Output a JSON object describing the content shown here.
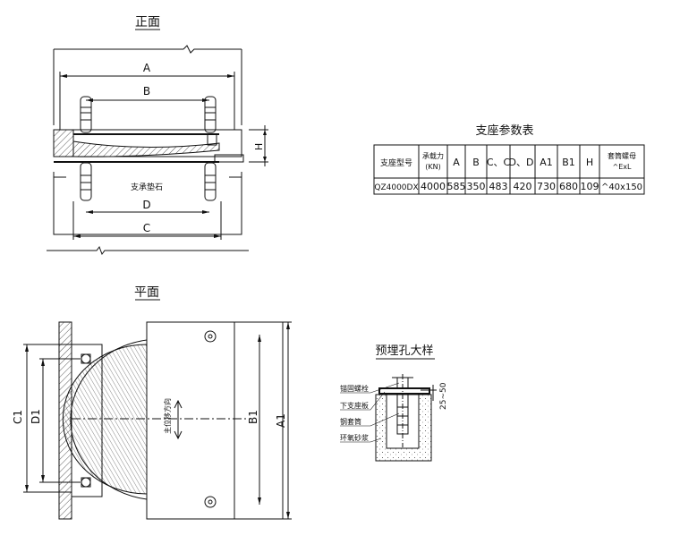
{
  "front_view": {
    "title": "正面",
    "dim_A": "A",
    "dim_B": "B",
    "dim_C": "C",
    "dim_D": "D",
    "dim_H": "H",
    "pad_label": "支承垫石"
  },
  "plan_view": {
    "title": "平面",
    "dim_C1": "C1",
    "dim_D1": "D1",
    "dim_B1": "B1",
    "dim_A1": "A1",
    "direction_label": "主位移方向"
  },
  "table": {
    "title": "支座参数表",
    "headers": [
      "支座型号",
      "承载力\n(KN)",
      "A",
      "B",
      "C、C",
      "D、D'",
      "A1",
      "B1",
      "H",
      "套筒螺母\n^ExL"
    ],
    "row": [
      "QZ4000DX",
      "4000",
      "585",
      "350",
      "483",
      "420",
      "730",
      "680",
      "109",
      "^40x150"
    ]
  },
  "detail": {
    "title": "预埋孔大样",
    "labels": [
      "锚固螺栓",
      "下支座板",
      "钢套筒",
      "环氧砂浆"
    ],
    "dim": "25~50"
  }
}
